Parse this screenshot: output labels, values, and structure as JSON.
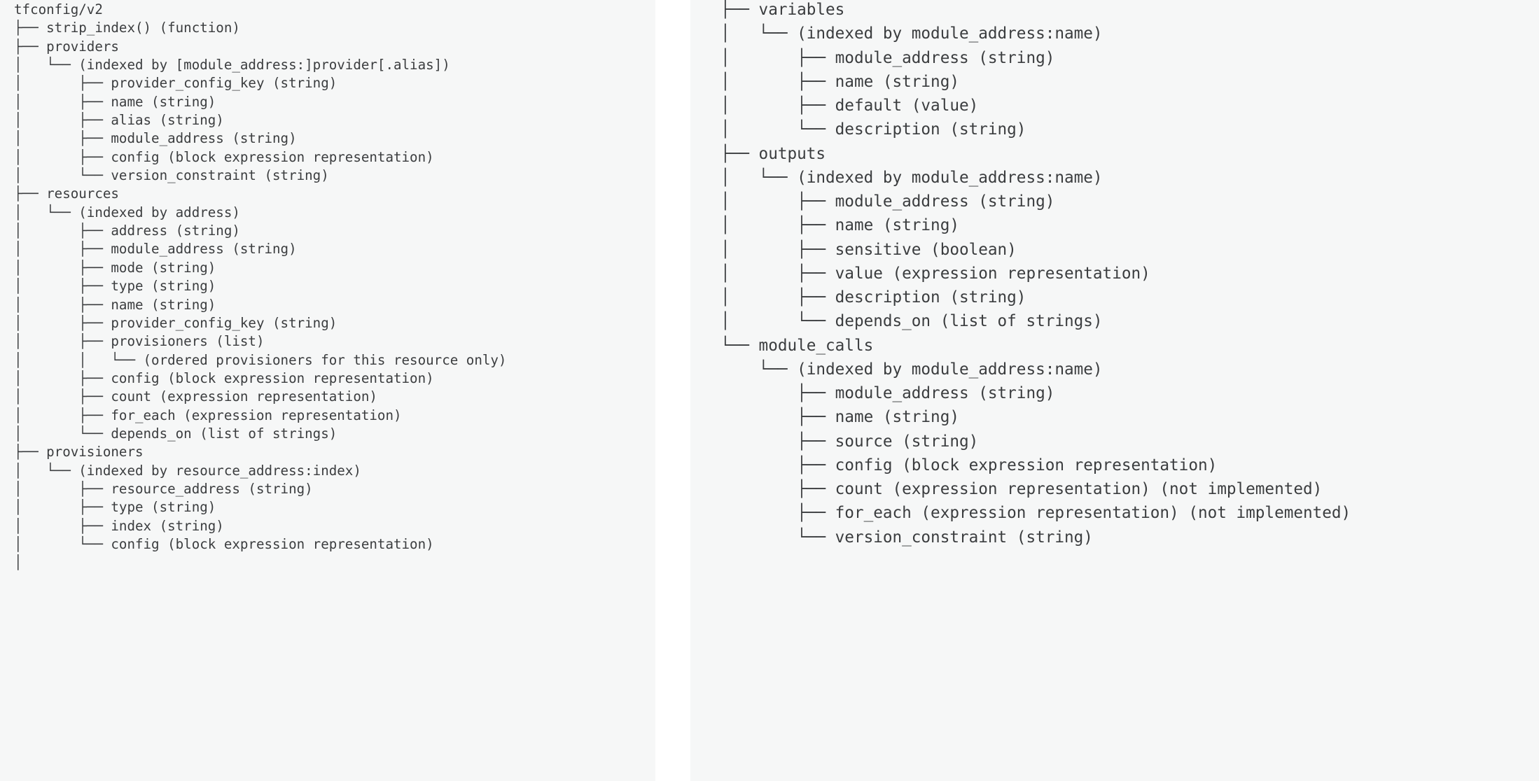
{
  "document": {
    "kind": "code-block-tree-diagram",
    "schema_root": "tfconfig/v2",
    "background_color": "#ffffff",
    "code_block_background": "#f6f7f7",
    "text_color": "#3b3d3f"
  },
  "left_block": {
    "name": "tfconfig-v2-tree-part-1",
    "lines": [
      "tfconfig/v2",
      "├── strip_index() (function)",
      "├── providers",
      "│   └── (indexed by [module_address:]provider[.alias])",
      "│       ├── provider_config_key (string)",
      "│       ├── name (string)",
      "│       ├── alias (string)",
      "│       ├── module_address (string)",
      "│       ├── config (block expression representation)",
      "│       └── version_constraint (string)",
      "├── resources",
      "│   └── (indexed by address)",
      "│       ├── address (string)",
      "│       ├── module_address (string)",
      "│       ├── mode (string)",
      "│       ├── type (string)",
      "│       ├── name (string)",
      "│       ├── provider_config_key (string)",
      "│       ├── provisioners (list)",
      "│       │   └── (ordered provisioners for this resource only)",
      "│       ├── config (block expression representation)",
      "│       ├── count (expression representation)",
      "│       ├── for_each (expression representation)",
      "│       └── depends_on (list of strings)",
      "├── provisioners",
      "│   └── (indexed by resource_address:index)",
      "│       ├── resource_address (string)",
      "│       ├── type (string)",
      "│       ├── index (string)",
      "│       └── config (block expression representation)",
      "│"
    ]
  },
  "right_block": {
    "name": "tfconfig-v2-tree-part-2",
    "lines": [
      "├── variables",
      "│   └── (indexed by module_address:name)",
      "│       ├── module_address (string)",
      "│       ├── name (string)",
      "│       ├── default (value)",
      "│       └── description (string)",
      "├── outputs",
      "│   └── (indexed by module_address:name)",
      "│       ├── module_address (string)",
      "│       ├── name (string)",
      "│       ├── sensitive (boolean)",
      "│       ├── value (expression representation)",
      "│       ├── description (string)",
      "│       └── depends_on (list of strings)",
      "└── module_calls",
      "    └── (indexed by module_address:name)",
      "        ├── module_address (string)",
      "        ├── name (string)",
      "        ├── source (string)",
      "        ├── config (block expression representation)",
      "        ├── count (expression representation) (not implemented)",
      "        ├── for_each (expression representation) (not implemented)",
      "        └── version_constraint (string)"
    ]
  }
}
